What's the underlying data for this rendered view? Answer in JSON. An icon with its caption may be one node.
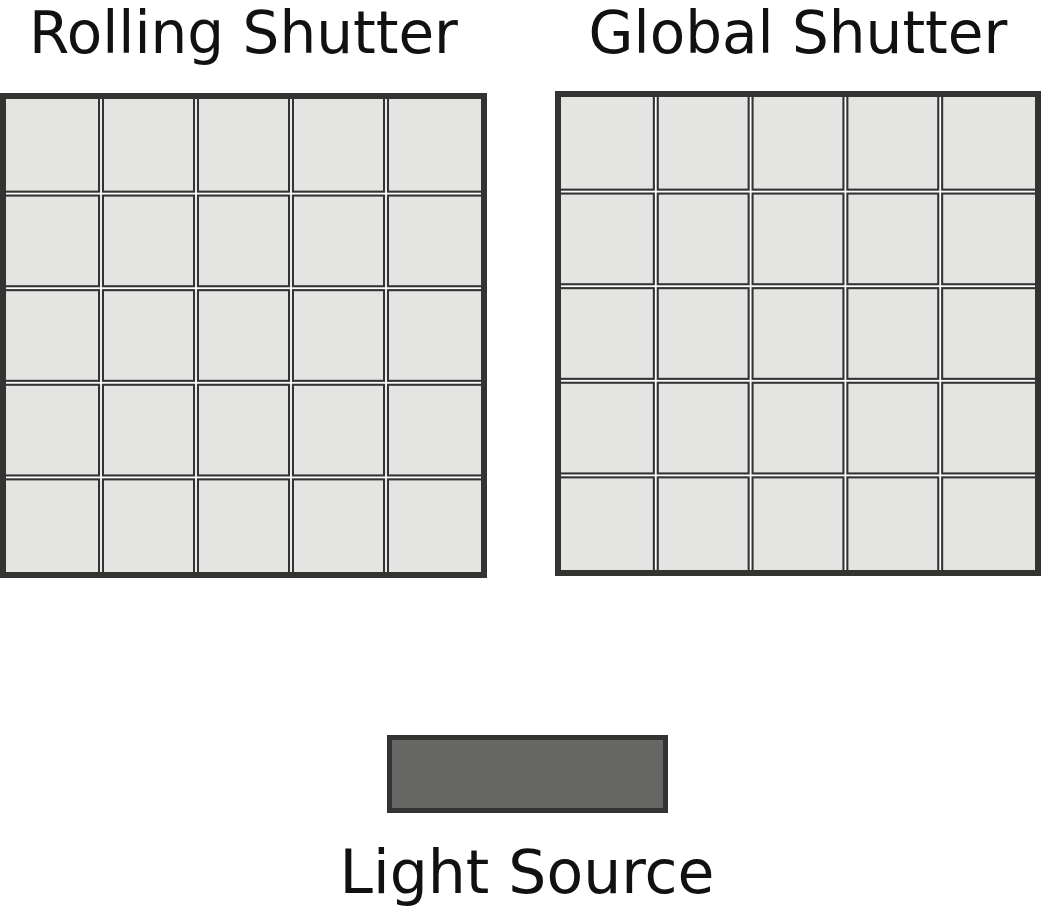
{
  "diagram": {
    "nodes": [
      {
        "text": [
          "Rolling Shutter"
        ]
      },
      {
        "text": [
          "Global Shutter"
        ]
      },
      {
        "text": [
          "Light Source"
        ]
      }
    ]
  }
}
